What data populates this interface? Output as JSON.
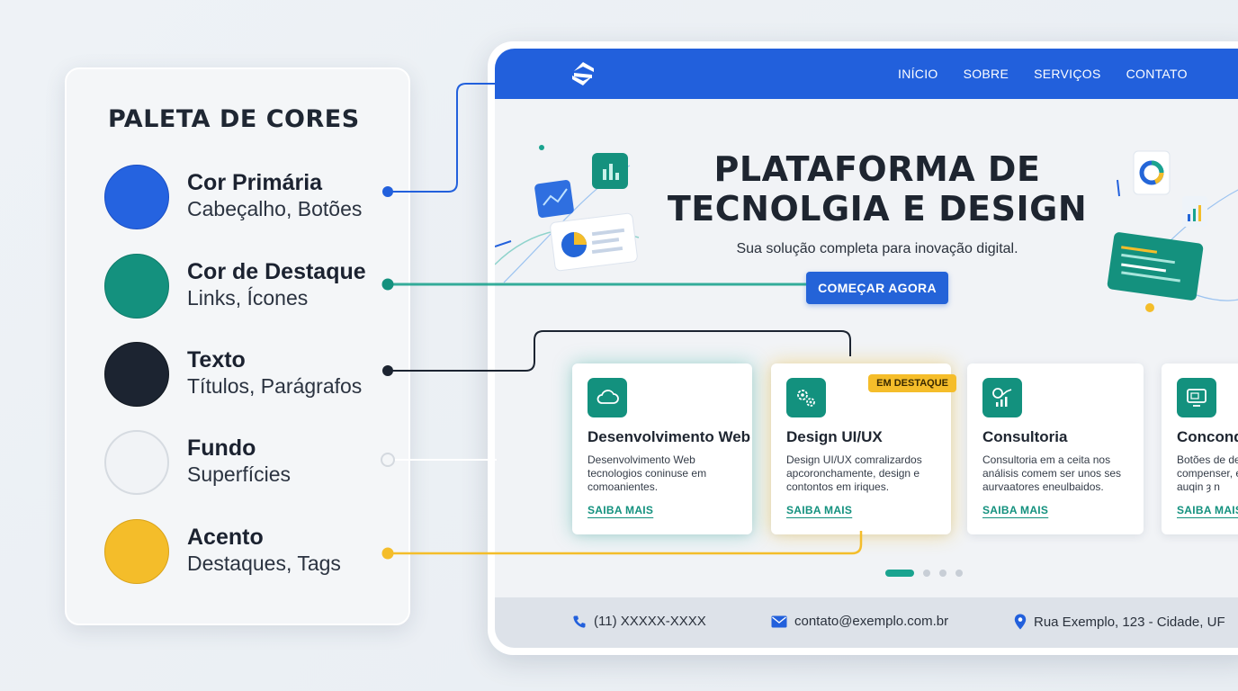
{
  "palette": {
    "title": "PALETA DE CORES",
    "items": [
      {
        "name": "Cor Primária",
        "use": "Cabeçalho, Botões",
        "color": "#2563e0"
      },
      {
        "name": "Cor de Destaque",
        "use": "Links, Ícones",
        "color": "#14917e"
      },
      {
        "name": "Texto",
        "use": "Títulos, Parágrafos",
        "color": "#1c2431"
      },
      {
        "name": "Fundo",
        "use": "Superfícies",
        "color": "#f1f3f6"
      },
      {
        "name": "Acento",
        "use": "Destaques, Tags",
        "color": "#f4bd2a"
      }
    ]
  },
  "site": {
    "nav": [
      "INÍCIO",
      "SOBRE",
      "SERVIÇOS",
      "CONTATO"
    ],
    "hero": {
      "title_line1": "PLATAFORMA DE",
      "title_line2": "TECNOLGIA E DESIGN",
      "subtitle": "Sua solução completa para inovação digital.",
      "cta": "COMEÇAR AGORA"
    },
    "cards": [
      {
        "title": "Desenvolvimento Web",
        "desc": "Desenvolvimento Web  tecnologios coninuse em comoanientes.",
        "link": "SAIBA MAIS",
        "icon": "cloud-icon"
      },
      {
        "title": "Design UI/UX",
        "desc": "Design UI/UX comralizardos apcoronchamente, design e contontos em iriques.",
        "link": "SAIBA MAIS",
        "icon": "gears-icon",
        "badge": "EM DESTAQUE"
      },
      {
        "title": "Consultoria",
        "desc": "Consultoria em a ceita nos análisis comem ser unos ses aurvaatores eneulbaidos.",
        "link": "SAIBA MAIS",
        "icon": "analytics-icon"
      },
      {
        "title": "Conconda",
        "desc": "Botões de de compenser, e para auqin ȝ n",
        "link": "SAIBA MAIS",
        "icon": "monitor-icon"
      }
    ],
    "carousel": {
      "total": 4,
      "active": 0
    },
    "footer": {
      "phone": "(11) XXXXX-XXXX",
      "email": "contato@exemplo.com.br",
      "address": "Rua Exemplo, 123 - Cidade, UF"
    }
  }
}
